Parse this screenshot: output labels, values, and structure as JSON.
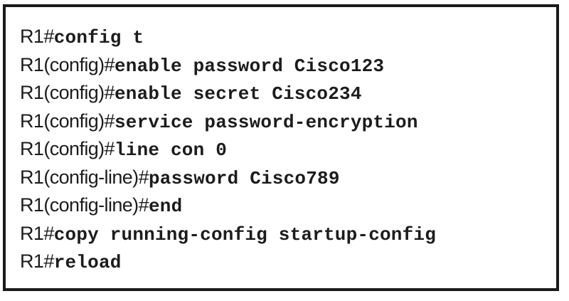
{
  "terminal": {
    "lines": [
      {
        "prompt": "R1#",
        "command": "config t"
      },
      {
        "prompt": "R1(config)#",
        "command": "enable password Cisco123"
      },
      {
        "prompt": "R1(config)#",
        "command": "enable secret Cisco234"
      },
      {
        "prompt": "R1(config)#",
        "command": "service password-encryption"
      },
      {
        "prompt": "R1(config)#",
        "command": "line con 0"
      },
      {
        "prompt": "R1(config-line)#",
        "command": "password Cisco789"
      },
      {
        "prompt": "R1(config-line)#",
        "command": "end"
      },
      {
        "prompt": "R1#",
        "command": "copy running-config startup-config"
      },
      {
        "prompt": "R1#",
        "command": "reload"
      }
    ]
  }
}
